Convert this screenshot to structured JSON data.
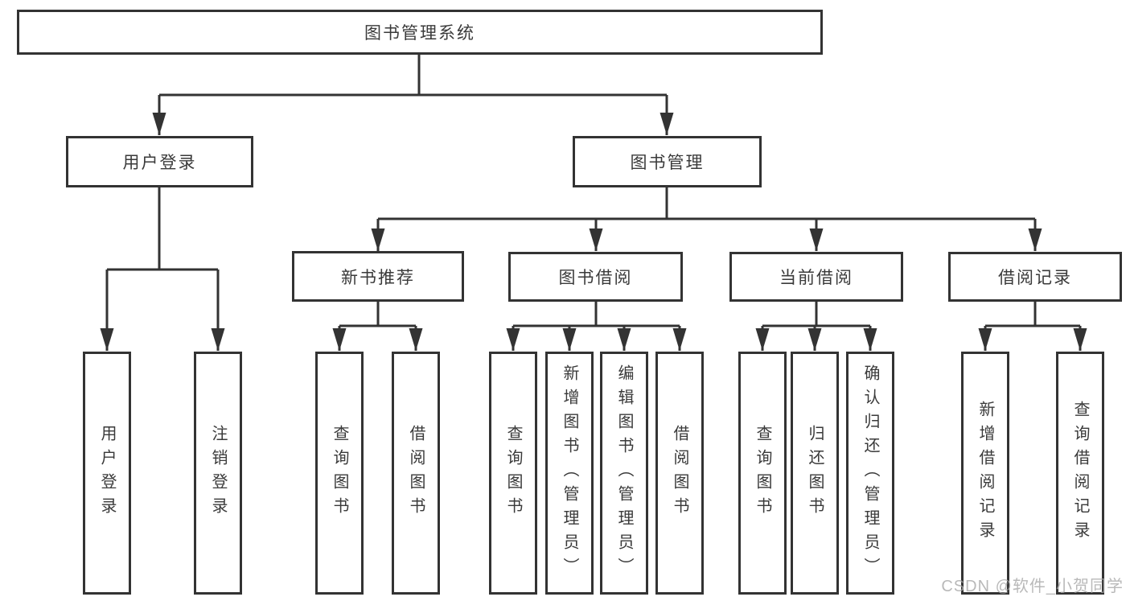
{
  "diagram": {
    "title": "图书管理系统",
    "nodes": {
      "root": "图书管理系统",
      "l2": [
        "用户登录",
        "图书管理"
      ],
      "l3": [
        "新书推荐",
        "图书借阅",
        "当前借阅",
        "借阅记录"
      ],
      "l4": [
        "用户登录",
        "注销登录",
        "查询图书",
        "借阅图书",
        "查询图书",
        "新增图书（管理员）",
        "编辑图书（管理员）",
        "借阅图书",
        "查询图书",
        "归还图书",
        "确认归还（管理员）",
        "新增借阅记录",
        "查询借阅记录"
      ]
    },
    "hierarchy": {
      "图书管理系统": [
        "用户登录",
        "图书管理"
      ],
      "用户登录": [
        "用户登录",
        "注销登录"
      ],
      "图书管理": [
        "新书推荐",
        "图书借阅",
        "当前借阅",
        "借阅记录"
      ],
      "新书推荐": [
        "查询图书",
        "借阅图书"
      ],
      "图书借阅": [
        "查询图书",
        "新增图书（管理员）",
        "编辑图书（管理员）",
        "借阅图书"
      ],
      "当前借阅": [
        "查询图书",
        "归还图书",
        "确认归还（管理员）"
      ],
      "借阅记录": [
        "新增借阅记录",
        "查询借阅记录"
      ]
    },
    "colors": {
      "line": "#333333",
      "box_border": "#333333",
      "text": "#3a3a3a",
      "background": "#ffffff",
      "watermark": "#a8a8a8"
    },
    "watermark": "CSDN @软件_小贺同学"
  }
}
